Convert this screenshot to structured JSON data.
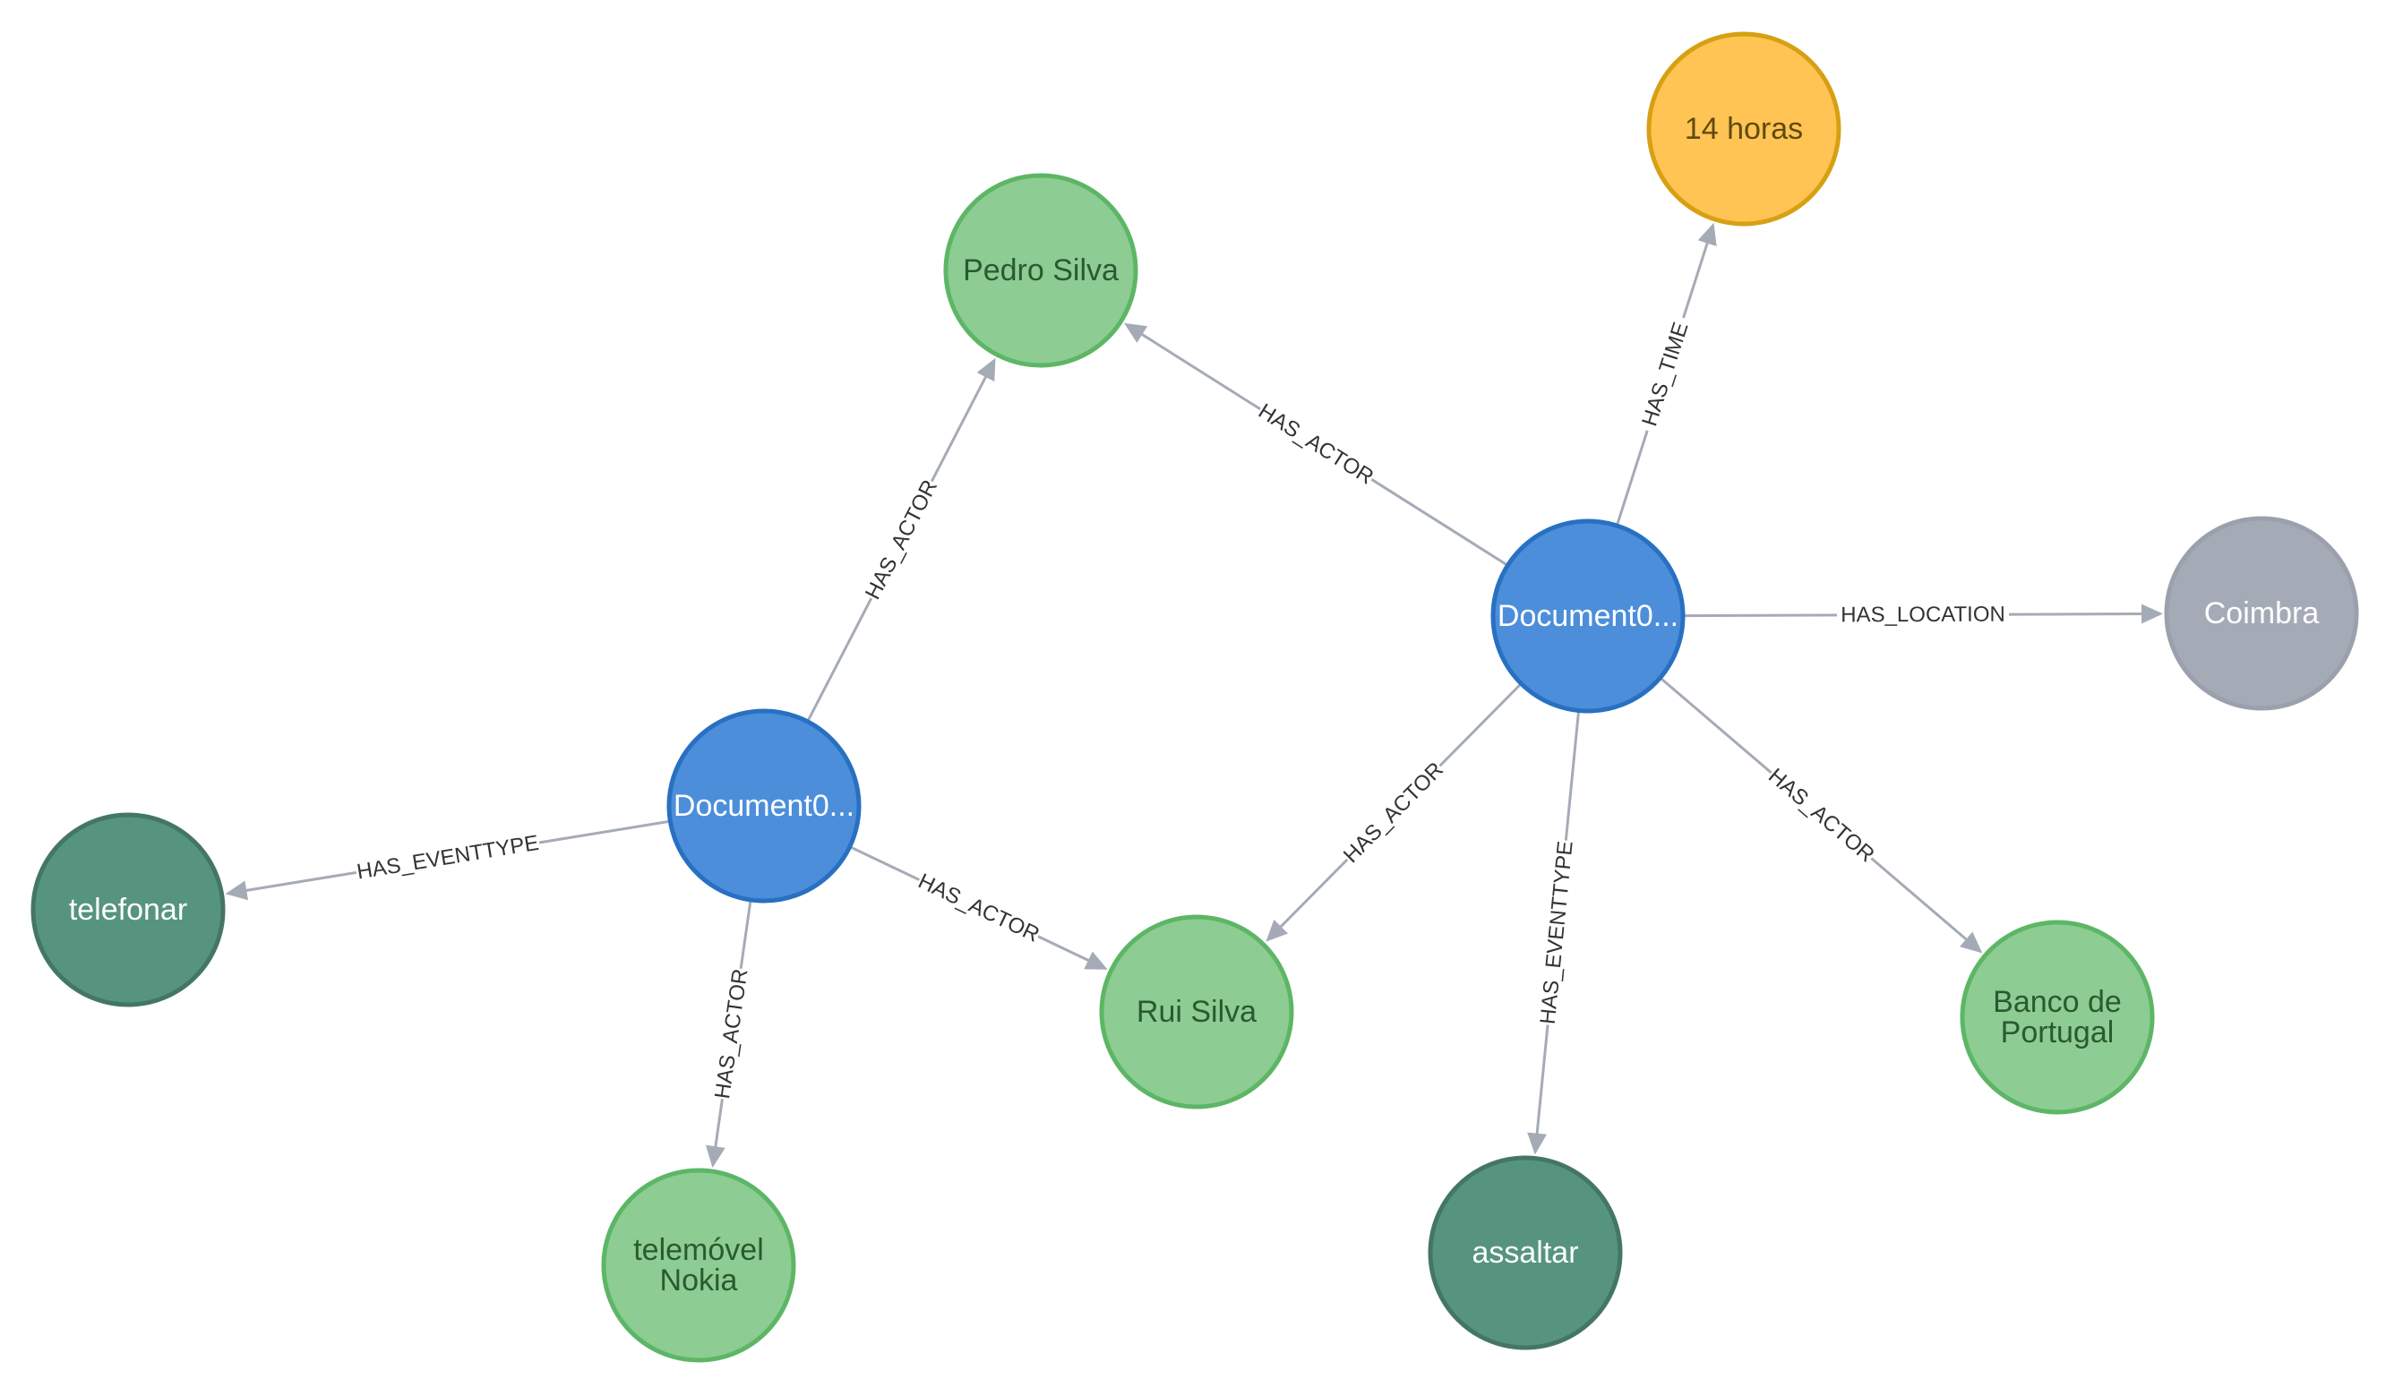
{
  "colors": {
    "document": {
      "fill": "#4c8eda",
      "stroke": "#2870c2",
      "text": "#ffffff"
    },
    "actor": {
      "fill": "#8dcc93",
      "stroke": "#5db665",
      "text": "#2a5a2f"
    },
    "eventtype": {
      "fill": "#569480",
      "stroke": "#447666",
      "text": "#ffffff"
    },
    "time": {
      "fill": "#ffc454",
      "stroke": "#d7a013",
      "text": "#604a0e"
    },
    "location": {
      "fill": "#a5abb6",
      "stroke": "#9aa1ac",
      "text": "#ffffff"
    },
    "edge": "#a5abb6"
  },
  "nodes": [
    {
      "id": "doc1",
      "type": "document",
      "label": [
        "Document0..."
      ]
    },
    {
      "id": "doc2",
      "type": "document",
      "label": [
        "Document0..."
      ]
    },
    {
      "id": "pedro",
      "type": "actor",
      "label": [
        "Pedro Silva"
      ]
    },
    {
      "id": "rui",
      "type": "actor",
      "label": [
        "Rui Silva"
      ]
    },
    {
      "id": "nokia",
      "type": "actor",
      "label": [
        "telemóvel",
        "Nokia"
      ]
    },
    {
      "id": "banco",
      "type": "actor",
      "label": [
        "Banco de",
        "Portugal"
      ]
    },
    {
      "id": "telefonar",
      "type": "eventtype",
      "label": [
        "telefonar"
      ]
    },
    {
      "id": "assaltar",
      "type": "eventtype",
      "label": [
        "assaltar"
      ]
    },
    {
      "id": "horas",
      "type": "time",
      "label": [
        "14 horas"
      ]
    },
    {
      "id": "coimbra",
      "type": "location",
      "label": [
        "Coimbra"
      ]
    }
  ],
  "edges": [
    {
      "from": "doc1",
      "to": "pedro",
      "label": "HAS_ACTOR"
    },
    {
      "from": "doc1",
      "to": "telefonar",
      "label": "HAS_EVENTTYPE"
    },
    {
      "from": "doc1",
      "to": "nokia",
      "label": "HAS_ACTOR"
    },
    {
      "from": "doc1",
      "to": "rui",
      "label": "HAS_ACTOR"
    },
    {
      "from": "doc2",
      "to": "pedro",
      "label": "HAS_ACTOR"
    },
    {
      "from": "doc2",
      "to": "horas",
      "label": "HAS_TIME"
    },
    {
      "from": "doc2",
      "to": "coimbra",
      "label": "HAS_LOCATION"
    },
    {
      "from": "doc2",
      "to": "rui",
      "label": "HAS_ACTOR"
    },
    {
      "from": "doc2",
      "to": "assaltar",
      "label": "HAS_EVENTTYPE"
    },
    {
      "from": "doc2",
      "to": "banco",
      "label": "HAS_ACTOR"
    }
  ]
}
